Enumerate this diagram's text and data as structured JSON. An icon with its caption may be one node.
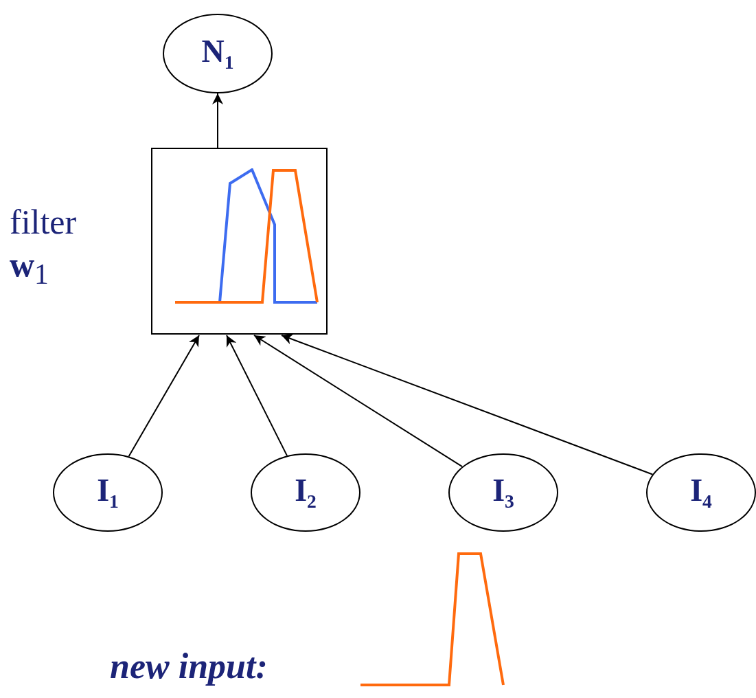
{
  "diagram": {
    "nodes": [
      {
        "text": [
          "N$_{1}$"
        ]
      },
      {
        "text": [
          "filter **w**$_{1}$"
        ]
      },
      {
        "text": [
          "I$_{1}$"
        ]
      },
      {
        "text": [
          "I$_{2}$"
        ]
      },
      {
        "text": [
          "I$_{3}$"
        ]
      },
      {
        "text": [
          "I$_{4}$"
        ]
      }
    ],
    "edges": [
      {
        "from": 1,
        "to": 0,
        "arrow": "to"
      },
      {
        "from": 2,
        "to": 1,
        "arrow": "to"
      },
      {
        "from": 3,
        "to": 1,
        "arrow": "to"
      },
      {
        "from": 4,
        "to": 1,
        "arrow": "to"
      },
      {
        "from": 5,
        "to": 1,
        "arrow": "to"
      }
    ],
    "labels": [
      "new input:"
    ]
  }
}
